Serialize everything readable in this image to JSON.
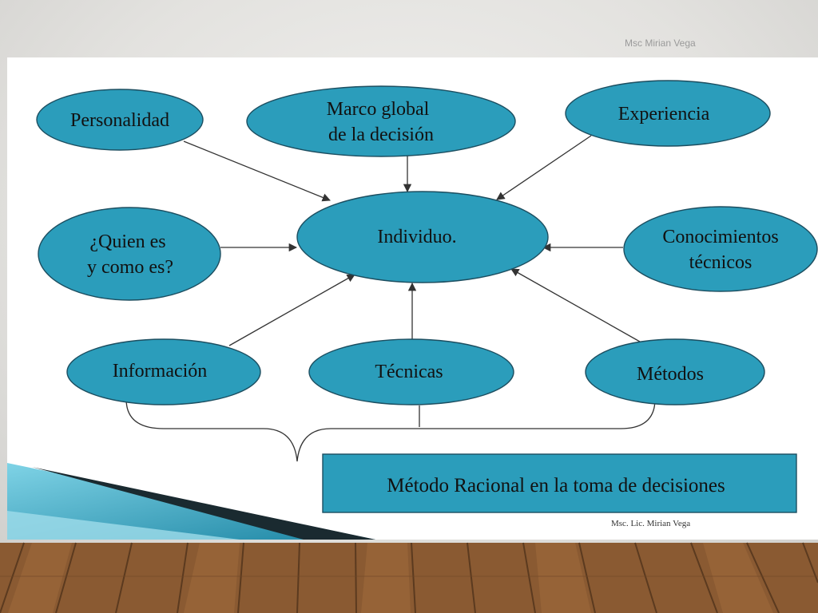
{
  "header": {
    "credit": "Msc Mirian Vega"
  },
  "diagram": {
    "center": "Individuo.",
    "nodes": {
      "personalidad": [
        "Personalidad"
      ],
      "marco": [
        "Marco global",
        "de la decisión"
      ],
      "experiencia": [
        "Experiencia"
      ],
      "quien": [
        "¿Quien es",
        "y como es?"
      ],
      "conocimientos": [
        "Conocimientos",
        "técnicos"
      ],
      "informacion": [
        "Información"
      ],
      "tecnicas": [
        "Técnicas"
      ],
      "metodos": [
        "Métodos"
      ]
    },
    "summary_box": "Método Racional  en la toma de decisiones",
    "footer_credit": "Msc. Lic. Mirian Vega"
  },
  "colors": {
    "ellipse_fill": "#2b9dbb",
    "ellipse_stroke": "#1c4e60",
    "box_fill": "#2b9dbb",
    "accent_teal": "#1d7f9a",
    "accent_dark": "#1a2a30"
  }
}
